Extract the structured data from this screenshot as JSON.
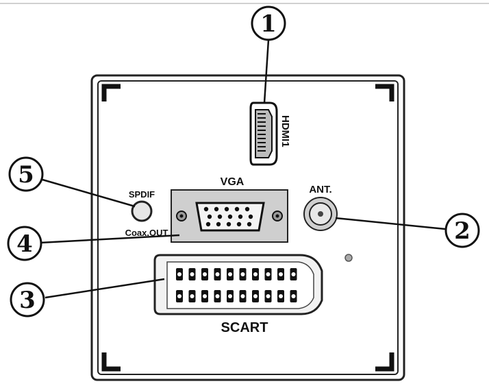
{
  "callouts": [
    {
      "number": "1",
      "target": "hdmi"
    },
    {
      "number": "2",
      "target": "antenna"
    },
    {
      "number": "3",
      "target": "scart"
    },
    {
      "number": "4",
      "target": "coax-out"
    },
    {
      "number": "5",
      "target": "spdif"
    }
  ],
  "ports": {
    "hdmi": "HDMI1",
    "vga": "VGA",
    "antenna": "ANT.",
    "spdif": "SPDIF",
    "coax": "Coax.OUT",
    "scart": "SCART"
  }
}
